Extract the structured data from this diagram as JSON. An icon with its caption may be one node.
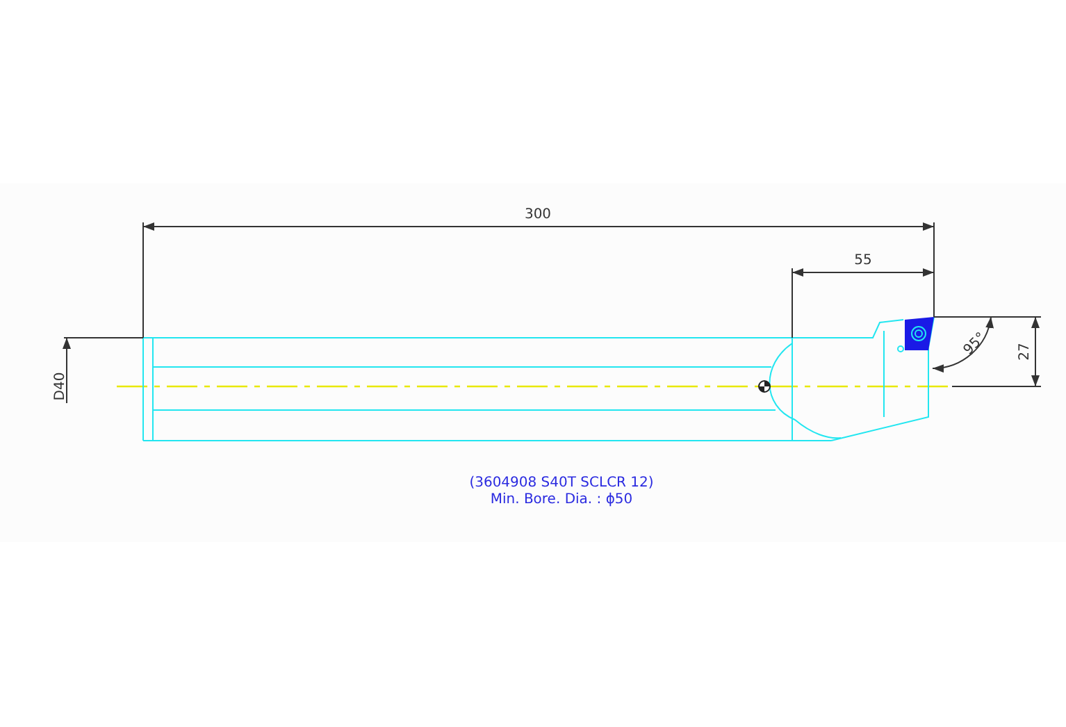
{
  "diagram": {
    "labels": [
      "300",
      "55",
      "D40",
      "95°",
      "27",
      "(3604908 S40T SCLCR 12)",
      "Min. Bore. Dia. : ϕ50"
    ]
  }
}
